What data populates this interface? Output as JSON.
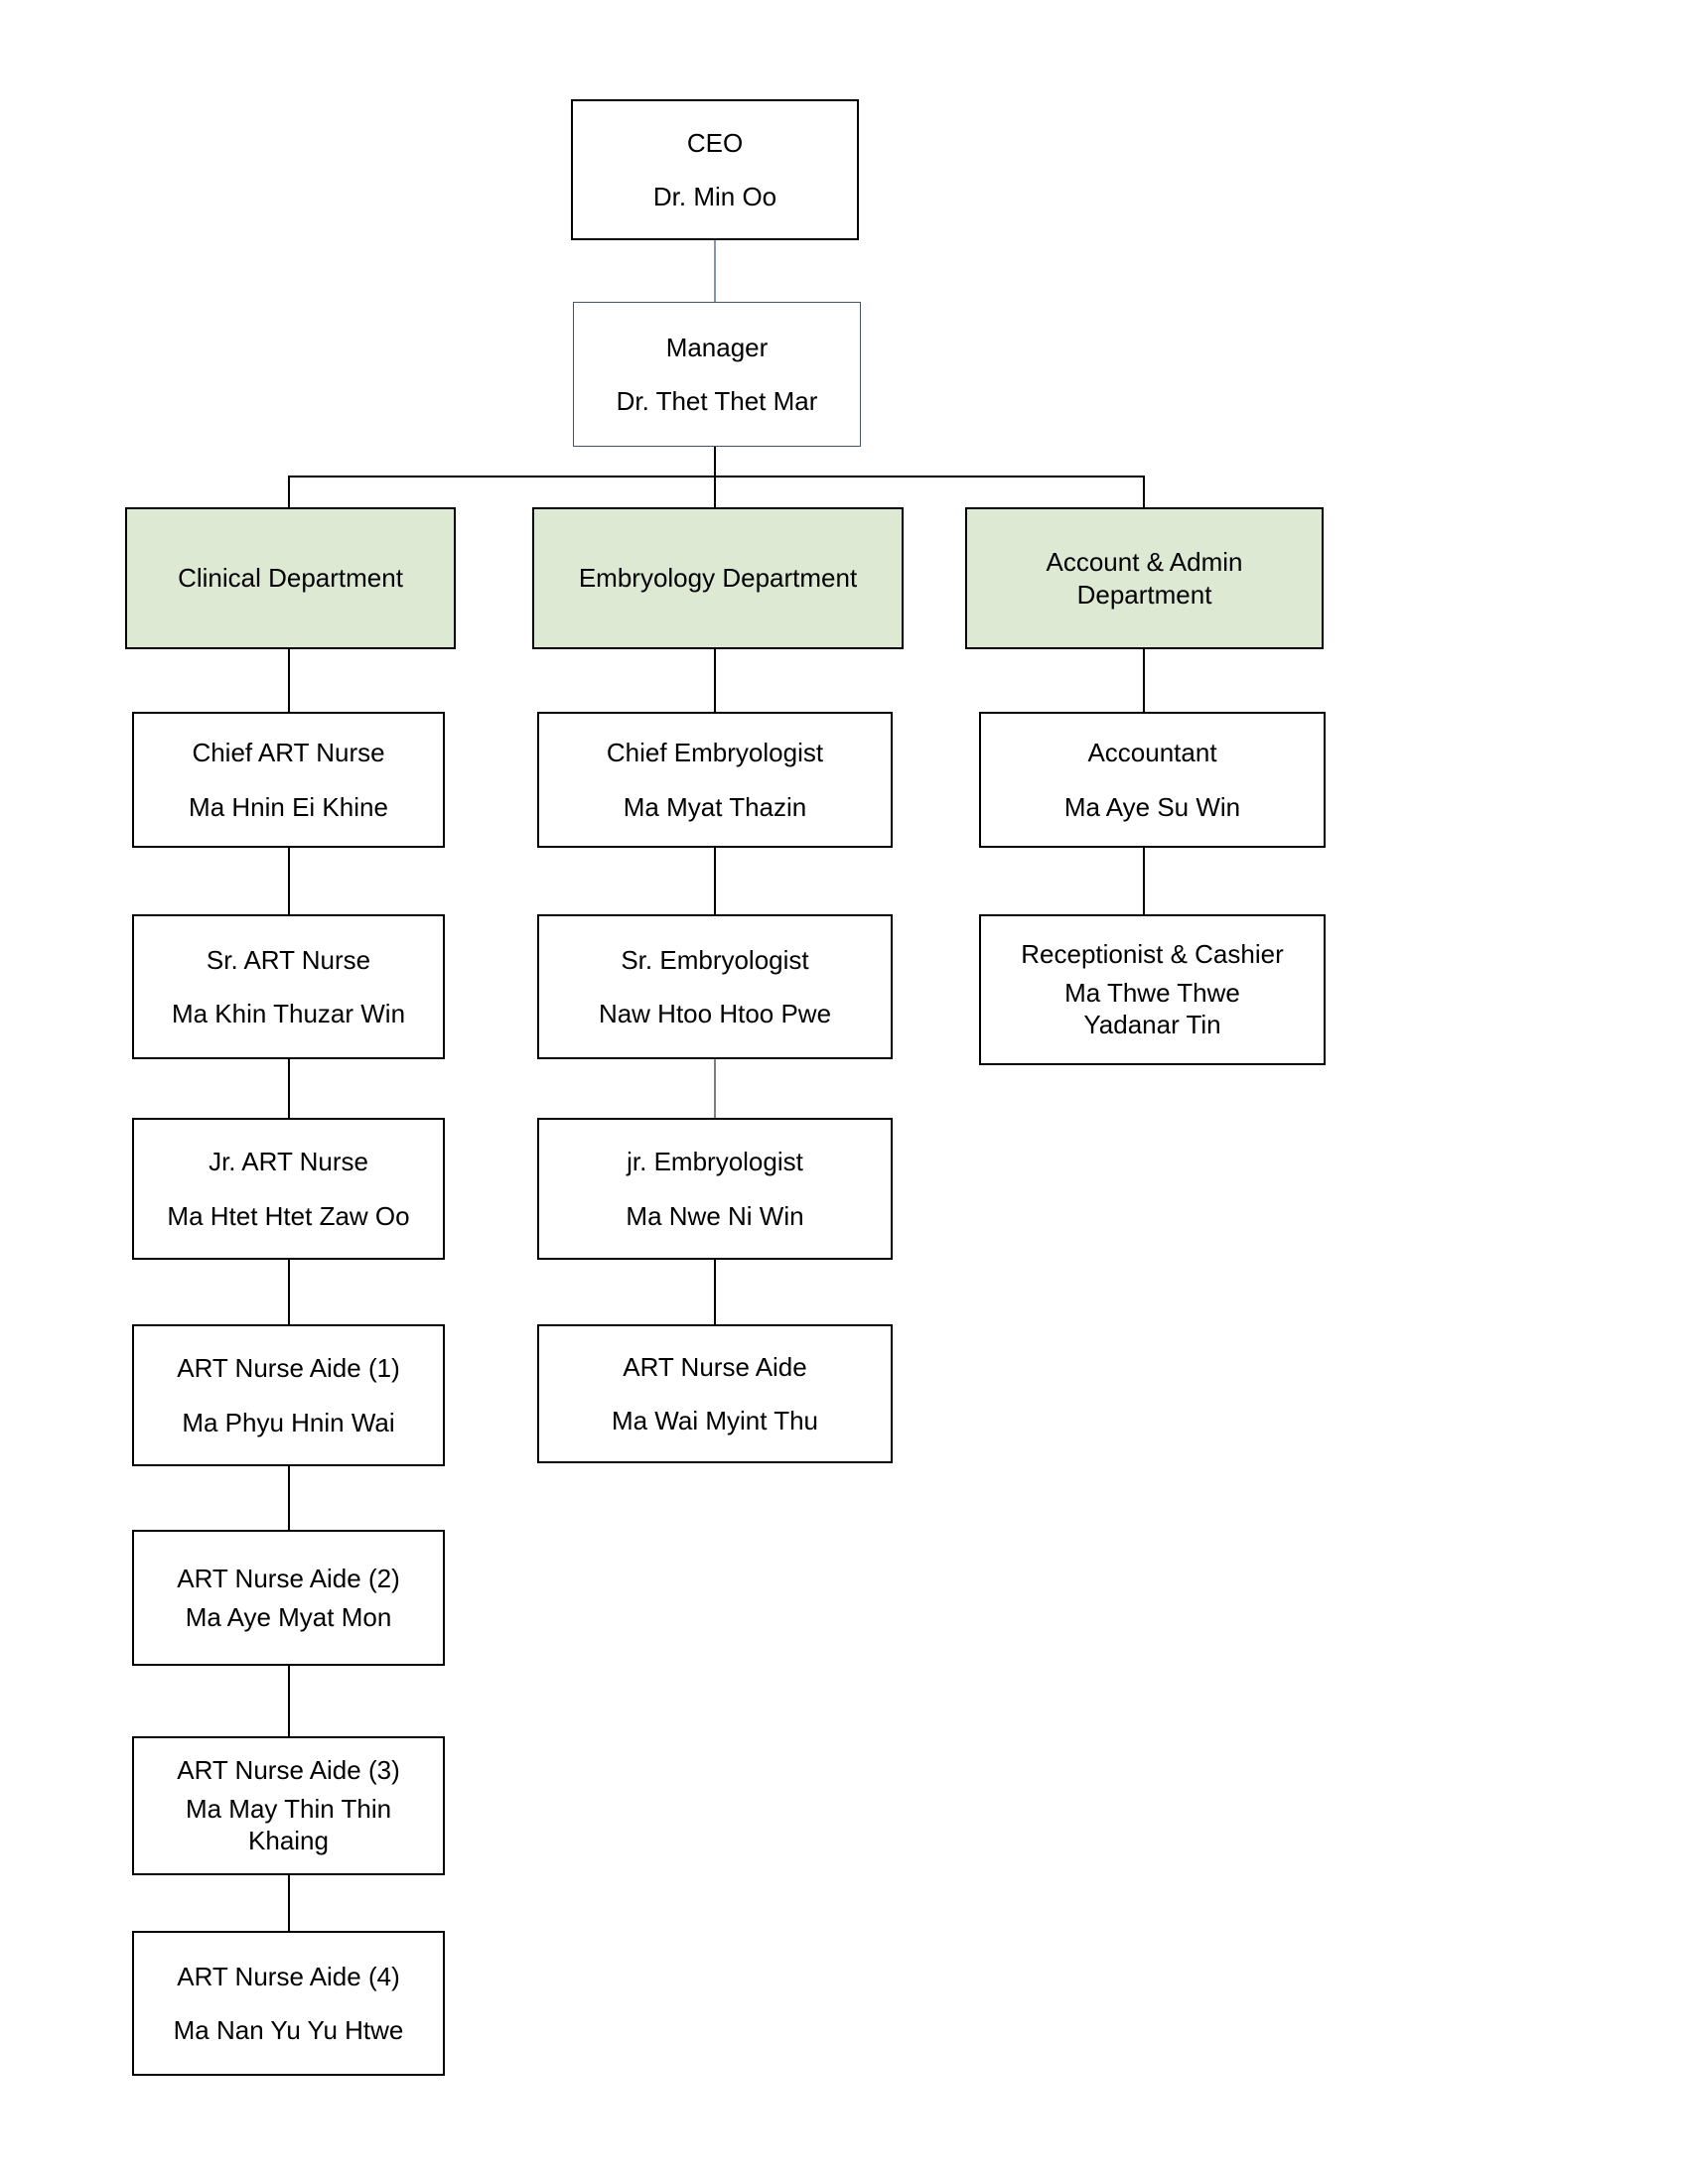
{
  "chart": {
    "type": "org-chart",
    "ceo": {
      "title": "CEO",
      "name": "Dr. Min Oo"
    },
    "manager": {
      "title": "Manager",
      "name": "Dr. Thet Thet Mar"
    },
    "departments": [
      {
        "label": "Clinical Department"
      },
      {
        "label": "Embryology Department"
      },
      {
        "label": "Account & Admin Department"
      }
    ],
    "clinical": [
      {
        "title": "Chief ART Nurse",
        "name": "Ma Hnin Ei Khine"
      },
      {
        "title": "Sr. ART Nurse",
        "name": "Ma Khin Thuzar Win"
      },
      {
        "title": "Jr. ART Nurse",
        "name": "Ma Htet Htet Zaw Oo"
      },
      {
        "title": "ART Nurse Aide (1)",
        "name": "Ma Phyu Hnin Wai"
      },
      {
        "title": "ART Nurse Aide (2)",
        "name": "Ma Aye Myat Mon"
      },
      {
        "title": "ART Nurse Aide (3)",
        "name": "Ma May Thin Thin Khaing"
      },
      {
        "title": "ART Nurse Aide (4)",
        "name": "Ma Nan Yu Yu Htwe"
      }
    ],
    "embryology": [
      {
        "title": "Chief Embryologist",
        "name": "Ma Myat Thazin"
      },
      {
        "title": "Sr. Embryologist",
        "name": "Naw Htoo Htoo Pwe"
      },
      {
        "title": "jr. Embryologist",
        "name": "Ma Nwe Ni Win"
      },
      {
        "title": "ART Nurse Aide",
        "name": "Ma Wai Myint Thu"
      }
    ],
    "account": [
      {
        "title": "Accountant",
        "name": "Ma Aye Su Win"
      },
      {
        "title": "Receptionist & Cashier",
        "name": "Ma Thwe Thwe Yadanar Tin"
      }
    ]
  },
  "colors": {
    "dept_fill": "#dde9d3",
    "box_border": "#000000",
    "manager_border": "#44546a",
    "connector": "#000000",
    "manager_connector": "#8496b0"
  }
}
